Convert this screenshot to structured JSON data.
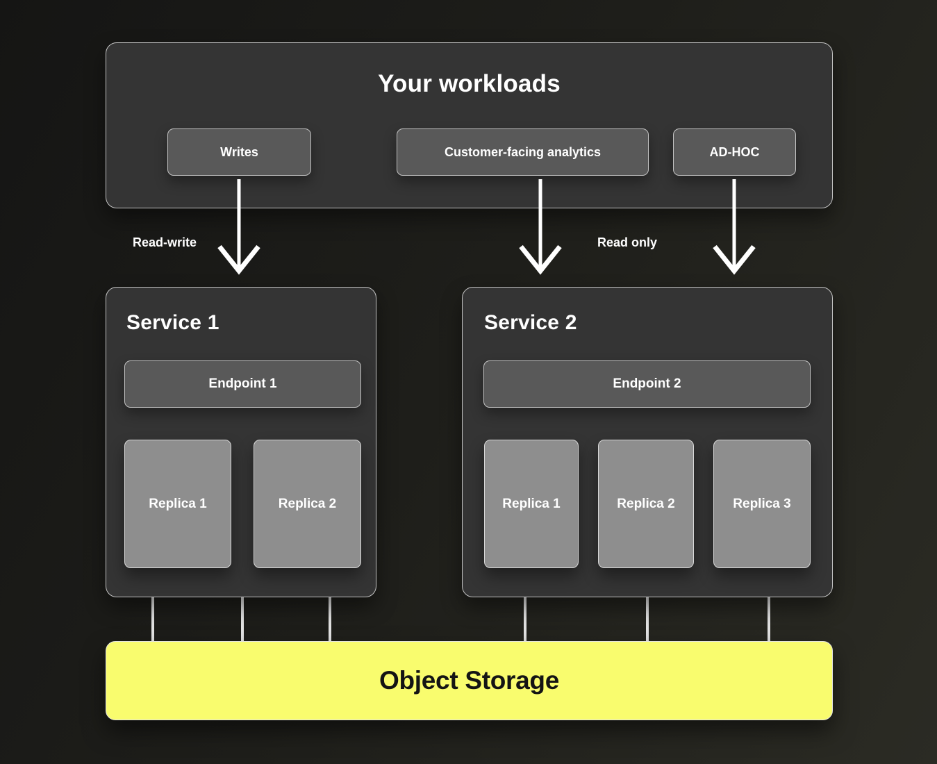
{
  "colors": {
    "bg_start": "#151514",
    "bg_mid": "#1e1e1a",
    "bg_end": "#2b2b24",
    "panel_fill": "#343434",
    "panel_border": "#c4c4c4",
    "chip_fill": "#595959",
    "chip_border": "#c4c4c4",
    "replica_fill": "#8e8e8e",
    "replica_border": "#d9d9d9",
    "storage_fill": "#f9fc6e",
    "storage_border": "#e4e4e4",
    "storage_text": "#141414",
    "arrow_color": "#ffffff",
    "connector_color": "#e3e3e3",
    "text_color": "#ffffff"
  },
  "workloads": {
    "title": "Your workloads",
    "items": [
      {
        "label": "Writes"
      },
      {
        "label": "Customer-facing analytics"
      },
      {
        "label": "AD-HOC"
      }
    ]
  },
  "edges": {
    "read_write_label": "Read-write",
    "read_only_label": "Read only"
  },
  "services": [
    {
      "title": "Service 1",
      "endpoint": "Endpoint 1",
      "replicas": [
        "Replica 1",
        "Replica 2"
      ]
    },
    {
      "title": "Service 2",
      "endpoint": "Endpoint 2",
      "replicas": [
        "Replica 1",
        "Replica 2",
        "Replica 3"
      ]
    }
  ],
  "storage": {
    "label": "Object Storage"
  }
}
